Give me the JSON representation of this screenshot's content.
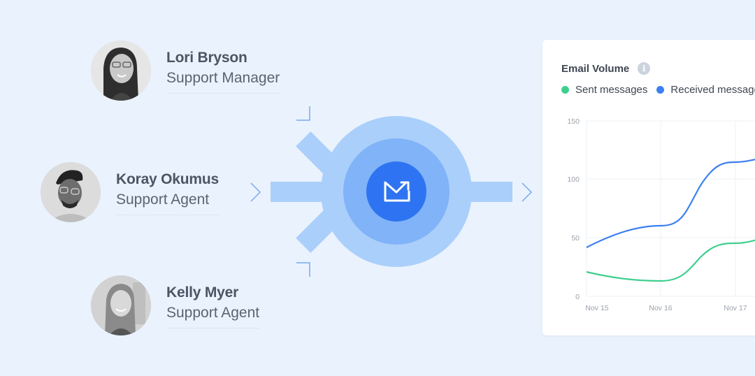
{
  "people": [
    {
      "name": "Lori Bryson",
      "role": "Support Manager",
      "avatar": "avatar-lori"
    },
    {
      "name": "Koray Okumus",
      "role": "Support Agent",
      "avatar": "avatar-koray"
    },
    {
      "name": "Kelly Myer",
      "role": "Support Agent",
      "avatar": "avatar-kelly"
    }
  ],
  "hub": {
    "icon": "mail-forward-icon",
    "colors": {
      "outer": "#aacffb",
      "middle": "#80b3f7",
      "inner": "#2e74f2",
      "bars": "#aacffb",
      "chevrons": "#76aaf2"
    }
  },
  "card": {
    "title": "Email Volume",
    "info_icon": "info-icon",
    "legend": [
      {
        "label": "Sent messages",
        "color": "#3ecf8e"
      },
      {
        "label": "Received messages",
        "color": "#3b7ff0"
      }
    ]
  },
  "chart_data": {
    "type": "line",
    "title": "Email Volume",
    "xlabel": "",
    "ylabel": "",
    "categories": [
      "Nov 15",
      "Nov 16",
      "Nov 17"
    ],
    "yticks": [
      0,
      50,
      100,
      150
    ],
    "ylim": [
      0,
      150
    ],
    "grid": true,
    "legend_position": "top",
    "series": [
      {
        "name": "Sent messages",
        "color": "#3ecf8e",
        "values": [
          21,
          13,
          45
        ],
        "next_partial": 49
      },
      {
        "name": "Received messages",
        "color": "#3b7ff0",
        "values": [
          42,
          60,
          115
        ],
        "next_partial": 118
      }
    ]
  }
}
